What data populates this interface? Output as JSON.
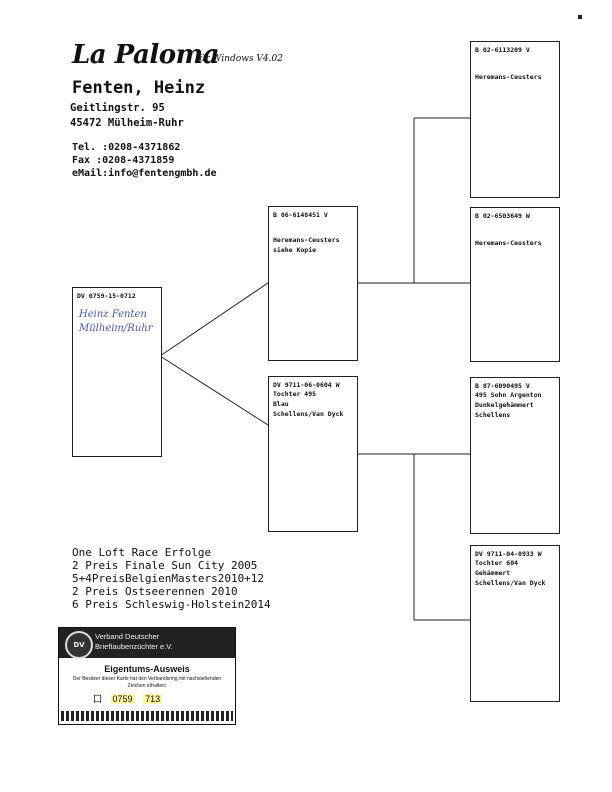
{
  "header": {
    "logo_text": "La Paloma",
    "logo_sub": "für Windows V4.02",
    "name": "Fenten, Heinz",
    "street": "Geitlingstr. 95",
    "city": "45472 Mülheim-Ruhr",
    "tel": "Tel. :0208-4371862",
    "fax": "Fax  :0208-4371859",
    "email": "eMail:info@fentengmbh.de"
  },
  "pigeon": {
    "ring": "DV 0759-15-0712",
    "handwritten": [
      "Heinz Fenten",
      "Mülheim/Ruhr"
    ]
  },
  "father": {
    "ring": "B   06-6148451 V",
    "lines": [
      "Heremans-Ceusters",
      "siehe Kopie"
    ]
  },
  "mother": {
    "ring": "DV 9711-06-0604 W",
    "lines": [
      "Tochter 495",
      "Blau",
      "Schellens/Van Dyck"
    ]
  },
  "ff": {
    "ring": "B   02-6113209 V",
    "lines": [
      "Heremans-Ceusters"
    ]
  },
  "fm": {
    "ring": "B   02-6503649 W",
    "lines": [
      "Heremans-Ceusters"
    ]
  },
  "mf": {
    "ring": "B   87-6090495 V",
    "lines": [
      "495 Sohn Argenton",
      "Dunkelgehämmert",
      "Schellens"
    ]
  },
  "mm": {
    "ring": "DV 9711-04-0933 W",
    "lines": [
      "Tochter 604",
      "Gehämmert",
      "Schellens/Van Dyck"
    ]
  },
  "results": [
    "One Loft Race Erfolge",
    "2 Preis Finale Sun City 2005",
    "5+4PreisBelgienMasters2010+12",
    "2 Preis Ostseerennen 2010",
    "6 Preis Schleswig-Holstein2014"
  ],
  "card": {
    "seal": "DV",
    "org_line1": "Verband Deutscher",
    "org_line2": "Brieftaubenzüchter e.V.",
    "title": "Eigentums-Ausweis",
    "note": "Der Besitzer dieser Karte hat den Verbandsring mit nachstehenden Zeichen erhalten:",
    "ring_prefix": "囗",
    "ring_number": "0759",
    "ring_handwritten": "713"
  }
}
